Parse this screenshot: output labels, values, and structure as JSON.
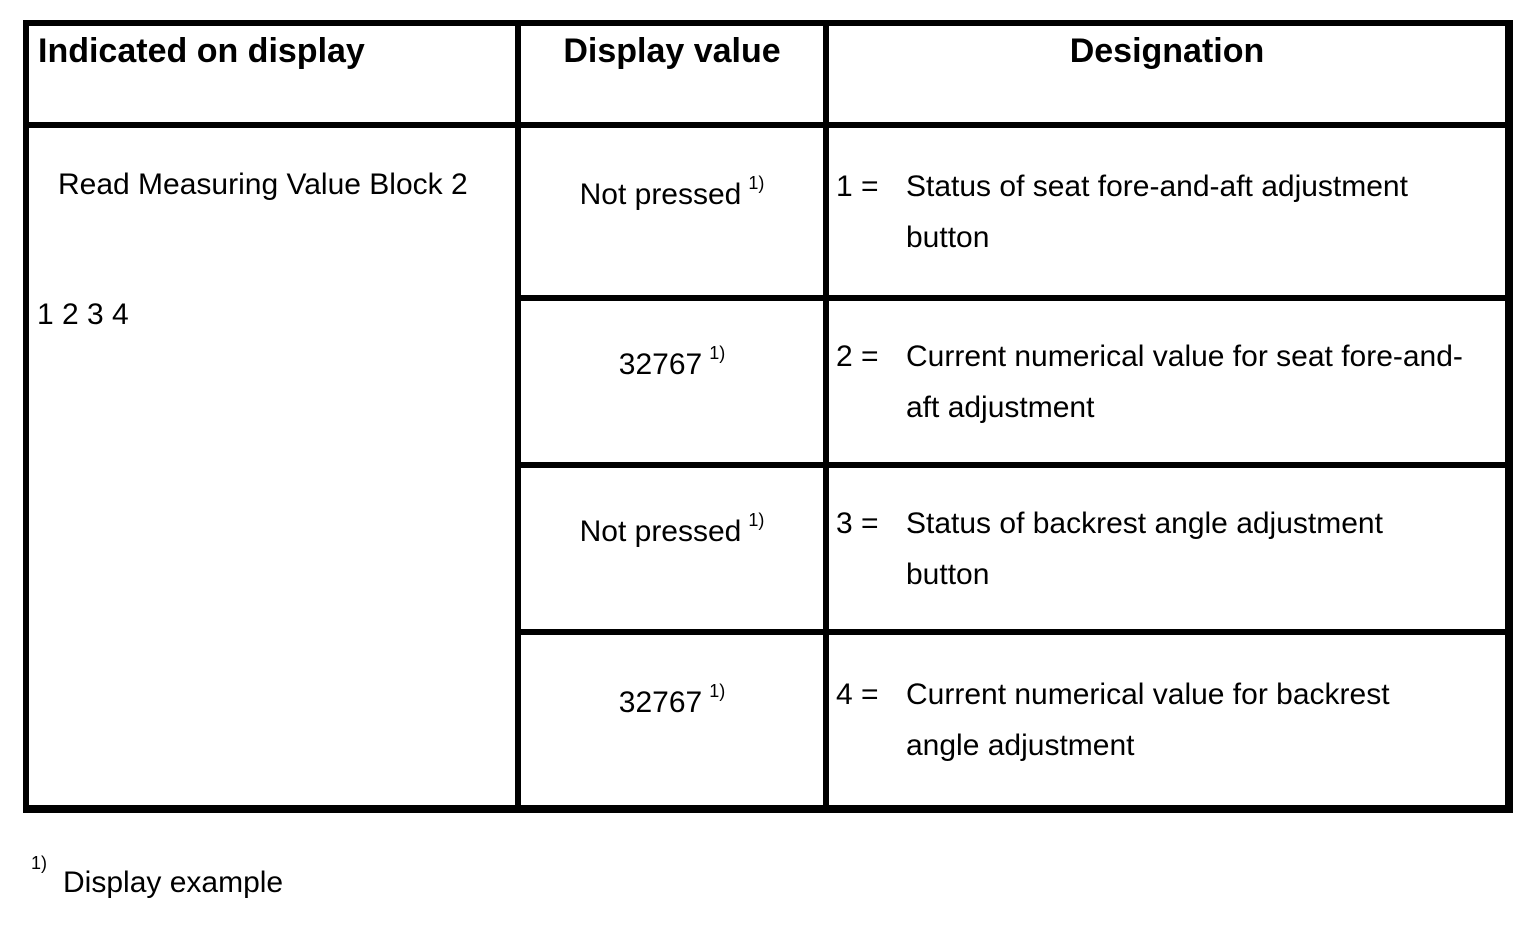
{
  "table": {
    "headers": {
      "col1": "Indicated on display",
      "col2": "Display value",
      "col3": "Designation"
    },
    "indicated_cell": {
      "line1": "Read Measuring Value Block 2",
      "line2": "1 2 3 4"
    },
    "rows": [
      {
        "display_value": "Not pressed",
        "footnote_marker": "1)",
        "designation_prefix": "1 =",
        "designation_line1": "Status of seat fore-and-aft adjustment",
        "designation_line2": "button"
      },
      {
        "display_value": "32767",
        "footnote_marker": "1)",
        "designation_prefix": "2 =",
        "designation_line1": "Current numerical value for seat fore-and-",
        "designation_line2": "aft adjustment"
      },
      {
        "display_value": "Not pressed",
        "footnote_marker": "1)",
        "designation_prefix": "3 =",
        "designation_line1": "Status of backrest angle adjustment",
        "designation_line2": "button"
      },
      {
        "display_value": "32767",
        "footnote_marker": "1)",
        "designation_prefix": "4 =",
        "designation_line1": "Current numerical value for backrest",
        "designation_line2": "angle adjustment"
      }
    ]
  },
  "footnote": {
    "marker": "1)",
    "text": "Display example"
  },
  "colors": {
    "ink": "#000000",
    "background": "#ffffff"
  }
}
